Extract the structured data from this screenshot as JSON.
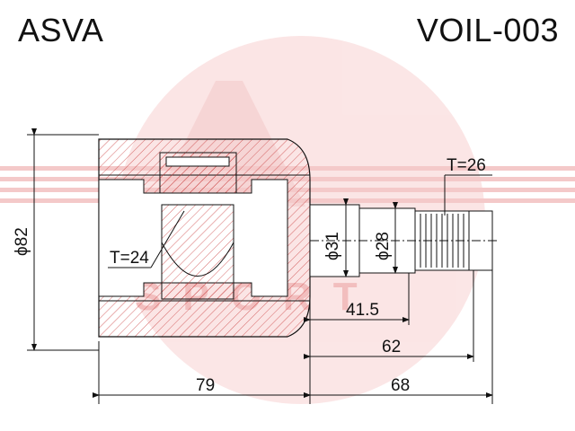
{
  "header": {
    "brand": "ASVA",
    "part_number": "VOIL-003"
  },
  "watermark": {
    "color": "#f3c4c4",
    "text": "SPORT"
  },
  "dimensions": {
    "outer_diameter": "ϕ82",
    "shaft_diameter_1": "ϕ31",
    "shaft_diameter_2": "ϕ28",
    "inner_teeth": "T=24",
    "outer_teeth": "T=26",
    "len_41_5": "41.5",
    "len_62": "62",
    "len_79": "79",
    "len_68": "68"
  },
  "colors": {
    "section_hatch": "#cc4444",
    "line": "#111111"
  }
}
